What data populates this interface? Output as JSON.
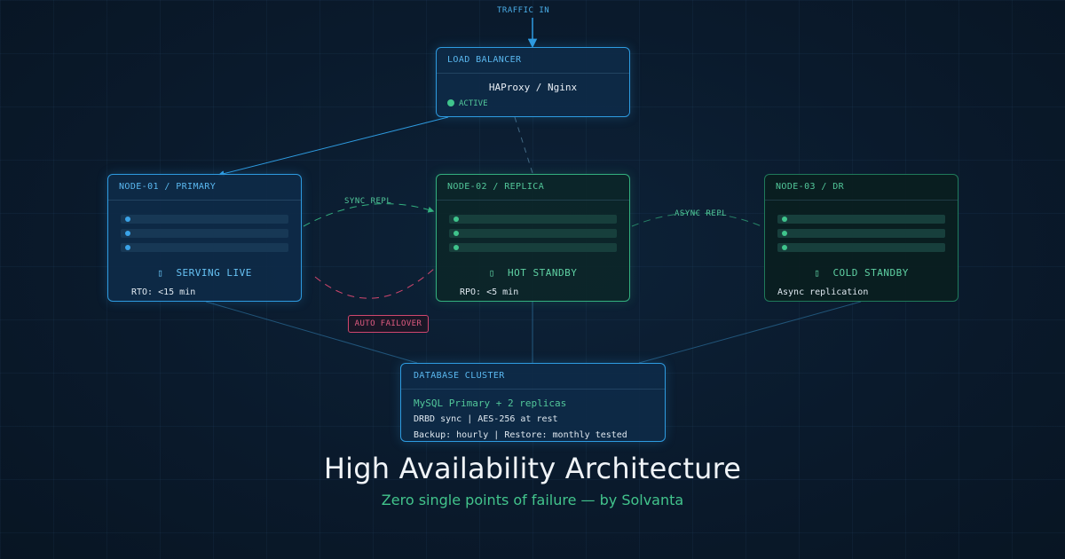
{
  "traffic_label": "TRAFFIC IN",
  "load_balancer": {
    "header": "LOAD BALANCER",
    "title": "HAProxy / Nginx",
    "status": "ACTIVE"
  },
  "nodes": [
    {
      "header": "NODE-01 / PRIMARY",
      "status_icon": "▯",
      "status": "SERVING LIVE",
      "footer": "RTO: <15 min",
      "accent": "#2e9be0"
    },
    {
      "header": "NODE-02 / REPLICA",
      "status_icon": "▯",
      "status": "HOT STANDBY",
      "footer": "RPO: <5 min",
      "accent": "#33b07f"
    },
    {
      "header": "NODE-03 / DR",
      "status_icon": "▯",
      "status": "COLD STANDBY",
      "footer": "Async replication",
      "accent": "#1f7a5a"
    }
  ],
  "links": {
    "sync": "SYNC REPL",
    "async": "ASYNC REPL",
    "failover": "AUTO FAILOVER"
  },
  "database": {
    "header": "DATABASE CLUSTER",
    "line1": "MySQL Primary + 2 replicas",
    "line2": "DRBD sync  |  AES-256 at rest",
    "line3": "Backup: hourly  |  Restore: monthly tested"
  },
  "title": "High Availability Architecture",
  "subtitle": "Zero single points of failure — by Solvanta",
  "colors": {
    "blue": "#2e9be0",
    "green": "#33b07f",
    "failover": "#d0466e"
  }
}
